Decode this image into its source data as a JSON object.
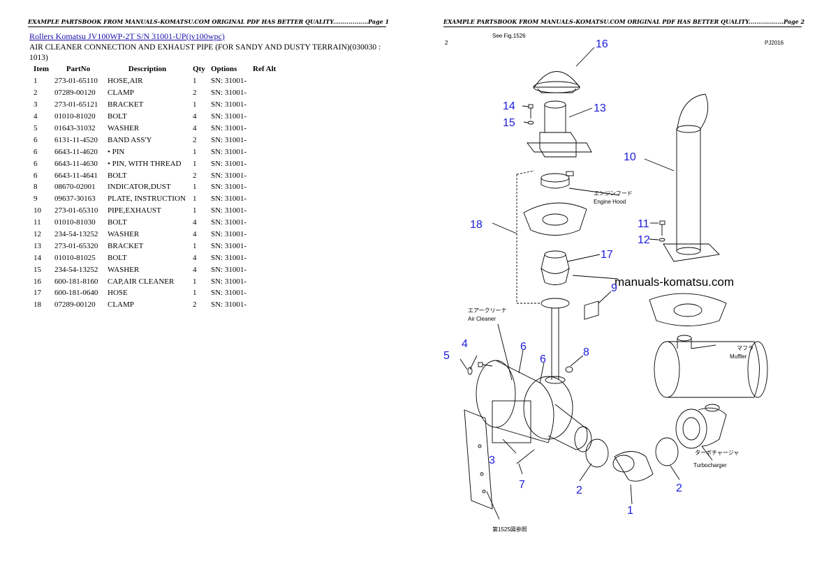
{
  "page1": {
    "header": "EXAMPLE PARTSBOOK FROM MANUALS-KOMATSU.COM ORIGINAL PDF HAS BETTER QUALITY..................Page 1",
    "title_link": "Rollers Komatsu JV100WP-2T S/N 31001-UP(jv100wpc)",
    "subtitle": "AIR CLEANER CONNECTION AND EXHAUST PIPE (FOR SANDY AND DUSTY TERRAIN)(030030 : 1013)",
    "columns": [
      "Item",
      "PartNo",
      "Description",
      "Qty",
      "Options",
      "Ref Alt"
    ],
    "rows": [
      {
        "item": "1",
        "part": "273-01-65110",
        "desc": "HOSE,AIR",
        "qty": "1",
        "opt": "SN: 31001-",
        "ref": ""
      },
      {
        "item": "2",
        "part": "07289-00120",
        "desc": "CLAMP",
        "qty": "2",
        "opt": "SN: 31001-",
        "ref": ""
      },
      {
        "item": "3",
        "part": "273-01-65121",
        "desc": "BRACKET",
        "qty": "1",
        "opt": "SN: 31001-",
        "ref": ""
      },
      {
        "item": "4",
        "part": "01010-81020",
        "desc": "BOLT",
        "qty": "4",
        "opt": "SN: 31001-",
        "ref": ""
      },
      {
        "item": "5",
        "part": "01643-31032",
        "desc": "WASHER",
        "qty": "4",
        "opt": "SN: 31001-",
        "ref": ""
      },
      {
        "item": "6",
        "part": "6131-11-4520",
        "desc": "BAND ASS'Y",
        "qty": "2",
        "opt": "SN: 31001-",
        "ref": ""
      },
      {
        "item": "6",
        "part": "6643-11-4620",
        "desc": "• PIN",
        "qty": "1",
        "opt": "SN: 31001-",
        "ref": ""
      },
      {
        "item": "6",
        "part": "6643-11-4630",
        "desc": "• PIN, WITH THREAD",
        "qty": "1",
        "opt": "SN: 31001-",
        "ref": ""
      },
      {
        "item": "6",
        "part": "6643-11-4641",
        "desc": "BOLT",
        "qty": "2",
        "opt": "SN: 31001-",
        "ref": ""
      },
      {
        "item": "8",
        "part": "08670-02001",
        "desc": "INDICATOR,DUST",
        "qty": "1",
        "opt": "SN: 31001-",
        "ref": ""
      },
      {
        "item": "9",
        "part": "09637-30163",
        "desc": "PLATE, INSTRUCTION",
        "qty": "1",
        "opt": "SN: 31001-",
        "ref": ""
      },
      {
        "item": "10",
        "part": "273-01-65310",
        "desc": "PIPE,EXHAUST",
        "qty": "1",
        "opt": "SN: 31001-",
        "ref": ""
      },
      {
        "item": "11",
        "part": "01010-81030",
        "desc": "BOLT",
        "qty": "4",
        "opt": "SN: 31001-",
        "ref": ""
      },
      {
        "item": "12",
        "part": "234-54-13252",
        "desc": "WASHER",
        "qty": "4",
        "opt": "SN: 31001-",
        "ref": ""
      },
      {
        "item": "13",
        "part": "273-01-65320",
        "desc": "BRACKET",
        "qty": "1",
        "opt": "SN: 31001-",
        "ref": ""
      },
      {
        "item": "14",
        "part": "01010-81025",
        "desc": "BOLT",
        "qty": "4",
        "opt": "SN: 31001-",
        "ref": ""
      },
      {
        "item": "15",
        "part": "234-54-13252",
        "desc": "WASHER",
        "qty": "4",
        "opt": "SN: 31001-",
        "ref": ""
      },
      {
        "item": "16",
        "part": "600-181-8160",
        "desc": "CAP,AIR CLEANER",
        "qty": "1",
        "opt": "SN: 31001-",
        "ref": ""
      },
      {
        "item": "17",
        "part": "600-181-0640",
        "desc": "HOSE",
        "qty": "1",
        "opt": "SN: 31001-",
        "ref": ""
      },
      {
        "item": "18",
        "part": "07289-00120",
        "desc": "CLAMP",
        "qty": "2",
        "opt": "SN: 31001-",
        "ref": ""
      }
    ]
  },
  "page2": {
    "header": "EXAMPLE PARTSBOOK FROM MANUALS-KOMATSU.COM ORIGINAL PDF HAS BETTER QUALITY..................Page 2",
    "diagram": {
      "top_ref": "See Fig.1526",
      "corner_left": "2",
      "corner_right": "PJ2016",
      "watermark": "manuals-komatsu.com",
      "bottom_ref": "第1525図参照",
      "labels": {
        "engine_hood_jp": "エンジンフード",
        "engine_hood": "Engine Hood",
        "air_cleaner_jp": "エアークリーナ",
        "air_cleaner": "Air Cleaner",
        "muffler_jp": "マフラ",
        "muffler": "Muffler",
        "turbo_jp": "ターボチャージャ",
        "turbo": "Turbocharger"
      },
      "callouts": [
        "16",
        "14",
        "15",
        "13",
        "10",
        "18",
        "11",
        "12",
        "17",
        "9",
        "5",
        "4",
        "6",
        "6",
        "8",
        "3",
        "7",
        "2",
        "1",
        "2"
      ],
      "accent_color": "#1a1adb"
    }
  }
}
